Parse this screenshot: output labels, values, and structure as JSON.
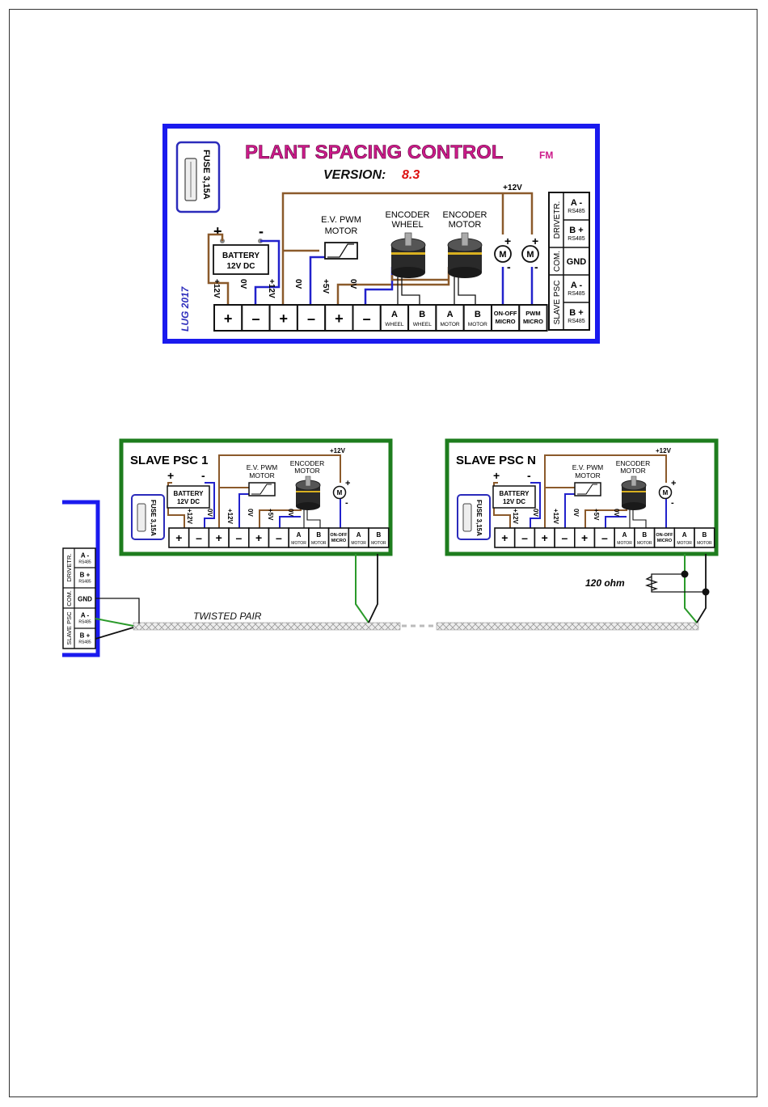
{
  "main_board": {
    "title": "PLANT SPACING CONTROL",
    "title_suffix": "FM",
    "version_label": "VERSION:",
    "version_value": "8.3",
    "fuse": "FUSE 3,15A",
    "lug": "LUG 2017",
    "battery": [
      "BATTERY",
      "12V DC"
    ],
    "battery_plus": "+",
    "battery_minus": "-",
    "ev_label": [
      "E.V. PWM",
      "MOTOR"
    ],
    "encoder_wheel_label": [
      "ENCODER",
      "WHEEL"
    ],
    "encoder_motor_label": [
      "ENCODER",
      "MOTOR"
    ],
    "plus12v_top": "+12V",
    "wire_labels": [
      "+12V",
      "0V",
      "+12V",
      "0V",
      "+5V",
      "0V"
    ],
    "motor_symbol": "M",
    "motor_plus": "+",
    "motor_minus": "-",
    "terminals": [
      {
        "top": "+",
        "bottom": ""
      },
      {
        "top": "–",
        "bottom": ""
      },
      {
        "top": "+",
        "bottom": ""
      },
      {
        "top": "–",
        "bottom": ""
      },
      {
        "top": "+",
        "bottom": ""
      },
      {
        "top": "–",
        "bottom": ""
      },
      {
        "top": "A",
        "bottom": "WHEEL"
      },
      {
        "top": "B",
        "bottom": "WHEEL"
      },
      {
        "top": "A",
        "bottom": "MOTOR"
      },
      {
        "top": "B",
        "bottom": "MOTOR"
      },
      {
        "top": "ON-OFF",
        "bottom": "MICRO"
      },
      {
        "top": "PWM",
        "bottom": "MICRO"
      }
    ],
    "side_groups": [
      "DRIVETR.",
      "COM.",
      "SLAVE PSC"
    ],
    "side_terminals": [
      {
        "top": "A -",
        "bottom": "RS485"
      },
      {
        "top": "B +",
        "bottom": "RS485"
      },
      {
        "top": "GND",
        "bottom": ""
      },
      {
        "top": "A -",
        "bottom": "RS485"
      },
      {
        "top": "B +",
        "bottom": "RS485"
      }
    ]
  },
  "slave_boards": [
    {
      "title": "SLAVE PSC 1"
    },
    {
      "title": "SLAVE PSC N"
    }
  ],
  "slave_common": {
    "fuse": "FUSE 3,15A",
    "battery": [
      "BATTERY",
      "12V DC"
    ],
    "battery_plus": "+",
    "battery_minus": "-",
    "ev_label": [
      "E.V. PWM",
      "MOTOR"
    ],
    "encoder_label": [
      "ENCODER",
      "MOTOR"
    ],
    "plus12v_top": "+12V",
    "wire_labels": [
      "+12V",
      "0V",
      "+12V",
      "0V",
      "+5V",
      "0V"
    ],
    "motor_symbol": "M",
    "motor_plus": "+",
    "motor_minus": "-",
    "terminals": [
      {
        "top": "+",
        "bottom": ""
      },
      {
        "top": "–",
        "bottom": ""
      },
      {
        "top": "+",
        "bottom": ""
      },
      {
        "top": "–",
        "bottom": ""
      },
      {
        "top": "+",
        "bottom": ""
      },
      {
        "top": "–",
        "bottom": ""
      },
      {
        "top": "A",
        "bottom": "MOTOR"
      },
      {
        "top": "B",
        "bottom": "MOTOR"
      },
      {
        "top": "ON-OFF",
        "bottom": "MICRO"
      },
      {
        "top": "A",
        "bottom": "MOTOR"
      },
      {
        "top": "B",
        "bottom": "MOTOR"
      }
    ]
  },
  "network": {
    "cable_label": "TWISTED PAIR",
    "resistor_label": "120 ohm"
  },
  "colors": {
    "main_border": "#1a1aee",
    "slave_border": "#1e7d1e",
    "title": "#cc1a8a",
    "version_value": "#dd1111",
    "wire_brown": "#8b5a2b",
    "wire_blue": "#2222cc",
    "wire_green": "#2a9a2a",
    "cable": "#c8c8c8"
  }
}
